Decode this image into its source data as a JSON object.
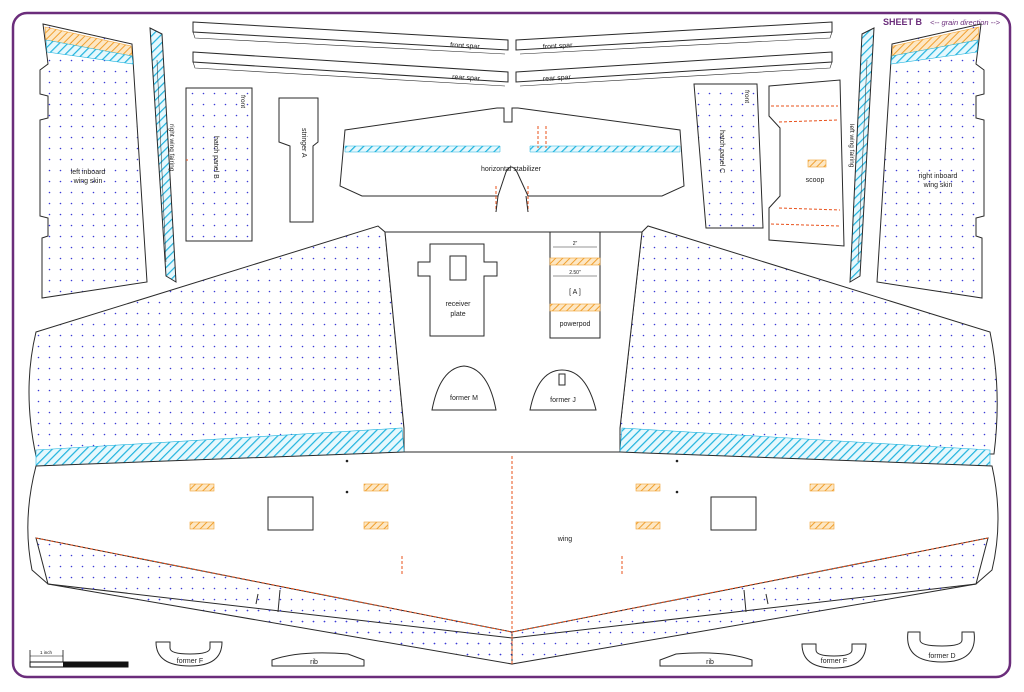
{
  "sheet": {
    "title": "SHEET B",
    "grain_direction": "<-- grain direction -->",
    "border_color": "#6b2d7b",
    "line_color": "#2a2a2a",
    "cut_color": "#e8501a",
    "crush_color": "#1fb3de",
    "dot_color": "#3b3bd6",
    "tab_color": "#f0a030"
  },
  "labels": {
    "front_spar_left": "front spar",
    "front_spar_right": "front spar",
    "rear_spar_left": "rear spar",
    "rear_spar_right": "rear spar",
    "left_inboard_wing_skin": "left inboard\nwing skin",
    "right_inboard_wing_skin": "right inboard\nwing skin",
    "right_wing_fairing": "right wing fairing",
    "left_wing_fairing": "left wing fairing",
    "front_b": "front",
    "hatch_panel_b": "hatch panel B",
    "stringer_a": "stringer A",
    "horizontal_stabilizer": "horizontal stabilizer",
    "hatch_panel_c": "hatch panel C",
    "front_c": "front",
    "scoop": "scoop",
    "receiver_plate": "receiver\nplate",
    "powerpod": "powerpod",
    "powerpod_dim_top": "2\"",
    "powerpod_dim_mid": "2.50\"",
    "powerpod_tag": "[ A ]",
    "former_m": "former M",
    "former_j": "former J",
    "wing": "wing",
    "former_f_left": "former F",
    "rib_left": "rib",
    "rib_right": "rib",
    "former_f_right": "former F",
    "former_d": "former D",
    "scale": "1 inch"
  }
}
